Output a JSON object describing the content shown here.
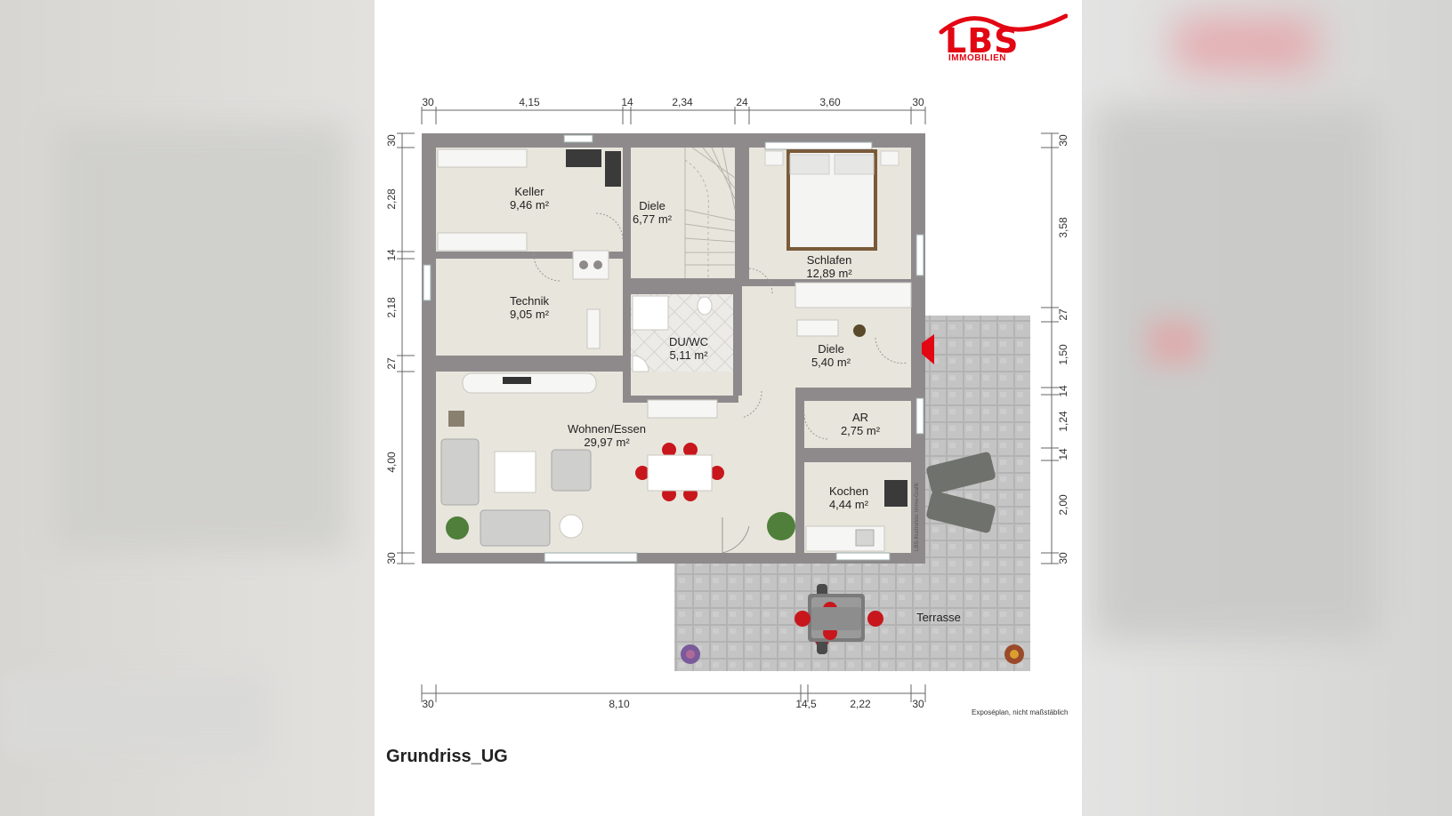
{
  "logo": {
    "name": "LBS",
    "sub": "IMMOBILIEN"
  },
  "title": "Grundriss_UG",
  "note": "Exposéplan, nicht maßstäblich",
  "watermark": "LBS-Illustration: Immo-Grafik",
  "dimensions": {
    "top": [
      "30",
      "4,15",
      "14",
      "2,34",
      "24",
      "3,60",
      "30"
    ],
    "bottom": [
      "30",
      "8,10",
      "14,5",
      "2,22",
      "30"
    ],
    "left": [
      "30",
      "2,28",
      "14",
      "2,18",
      "27",
      "4,00",
      "30"
    ],
    "right": [
      "30",
      "3,58",
      "27",
      "1,50",
      "14",
      "1,24",
      "14",
      "2,00",
      "30"
    ]
  },
  "rooms": {
    "keller": {
      "name": "Keller",
      "area": "9,46 m²"
    },
    "diele_top": {
      "name": "Diele",
      "area": "6,77 m²"
    },
    "schlafen": {
      "name": "Schlafen",
      "area": "12,89 m²"
    },
    "technik": {
      "name": "Technik",
      "area": "9,05 m²"
    },
    "duwc": {
      "name": "DU/WC",
      "area": "5,11 m²"
    },
    "diele_mid": {
      "name": "Diele",
      "area": "5,40 m²"
    },
    "ar": {
      "name": "AR",
      "area": "2,75 m²"
    },
    "wohnen": {
      "name": "Wohnen/Essen",
      "area": "29,97 m²"
    },
    "kochen": {
      "name": "Kochen",
      "area": "4,44 m²"
    },
    "terrasse": {
      "name": "Terrasse"
    }
  },
  "colors": {
    "wall": "#8e8a8c",
    "floor": "#e8e5dc",
    "tile": "#c9c9c9",
    "accent": "#e30613",
    "chair": "#c8161d"
  }
}
